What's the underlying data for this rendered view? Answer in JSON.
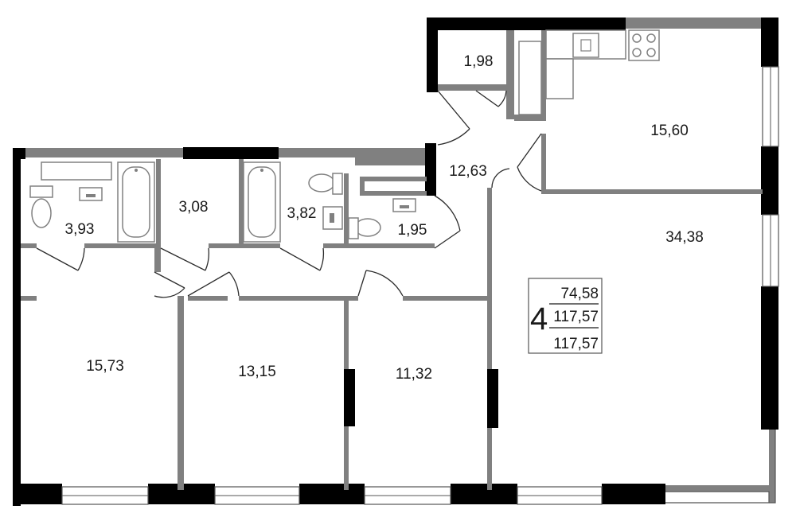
{
  "plan": {
    "rooms": [
      {
        "id": "closet",
        "area": "1,98"
      },
      {
        "id": "kitchen",
        "area": "15,60"
      },
      {
        "id": "hall",
        "area": "12,63"
      },
      {
        "id": "bath1",
        "area": "3,93"
      },
      {
        "id": "storage",
        "area": "3,08"
      },
      {
        "id": "bath2",
        "area": "3,82"
      },
      {
        "id": "wc",
        "area": "1,95"
      },
      {
        "id": "living",
        "area": "34,38"
      },
      {
        "id": "bedroom1",
        "area": "15,73"
      },
      {
        "id": "bedroom2",
        "area": "13,15"
      },
      {
        "id": "bedroom3",
        "area": "11,32"
      }
    ],
    "summary": {
      "rooms": "4",
      "living_area": "74,58",
      "total_area": "117,57",
      "total_area_2": "117,57"
    },
    "colors": {
      "wall_load_bearing": "#000000",
      "wall_partition": "#808080",
      "background": "#ffffff"
    }
  }
}
